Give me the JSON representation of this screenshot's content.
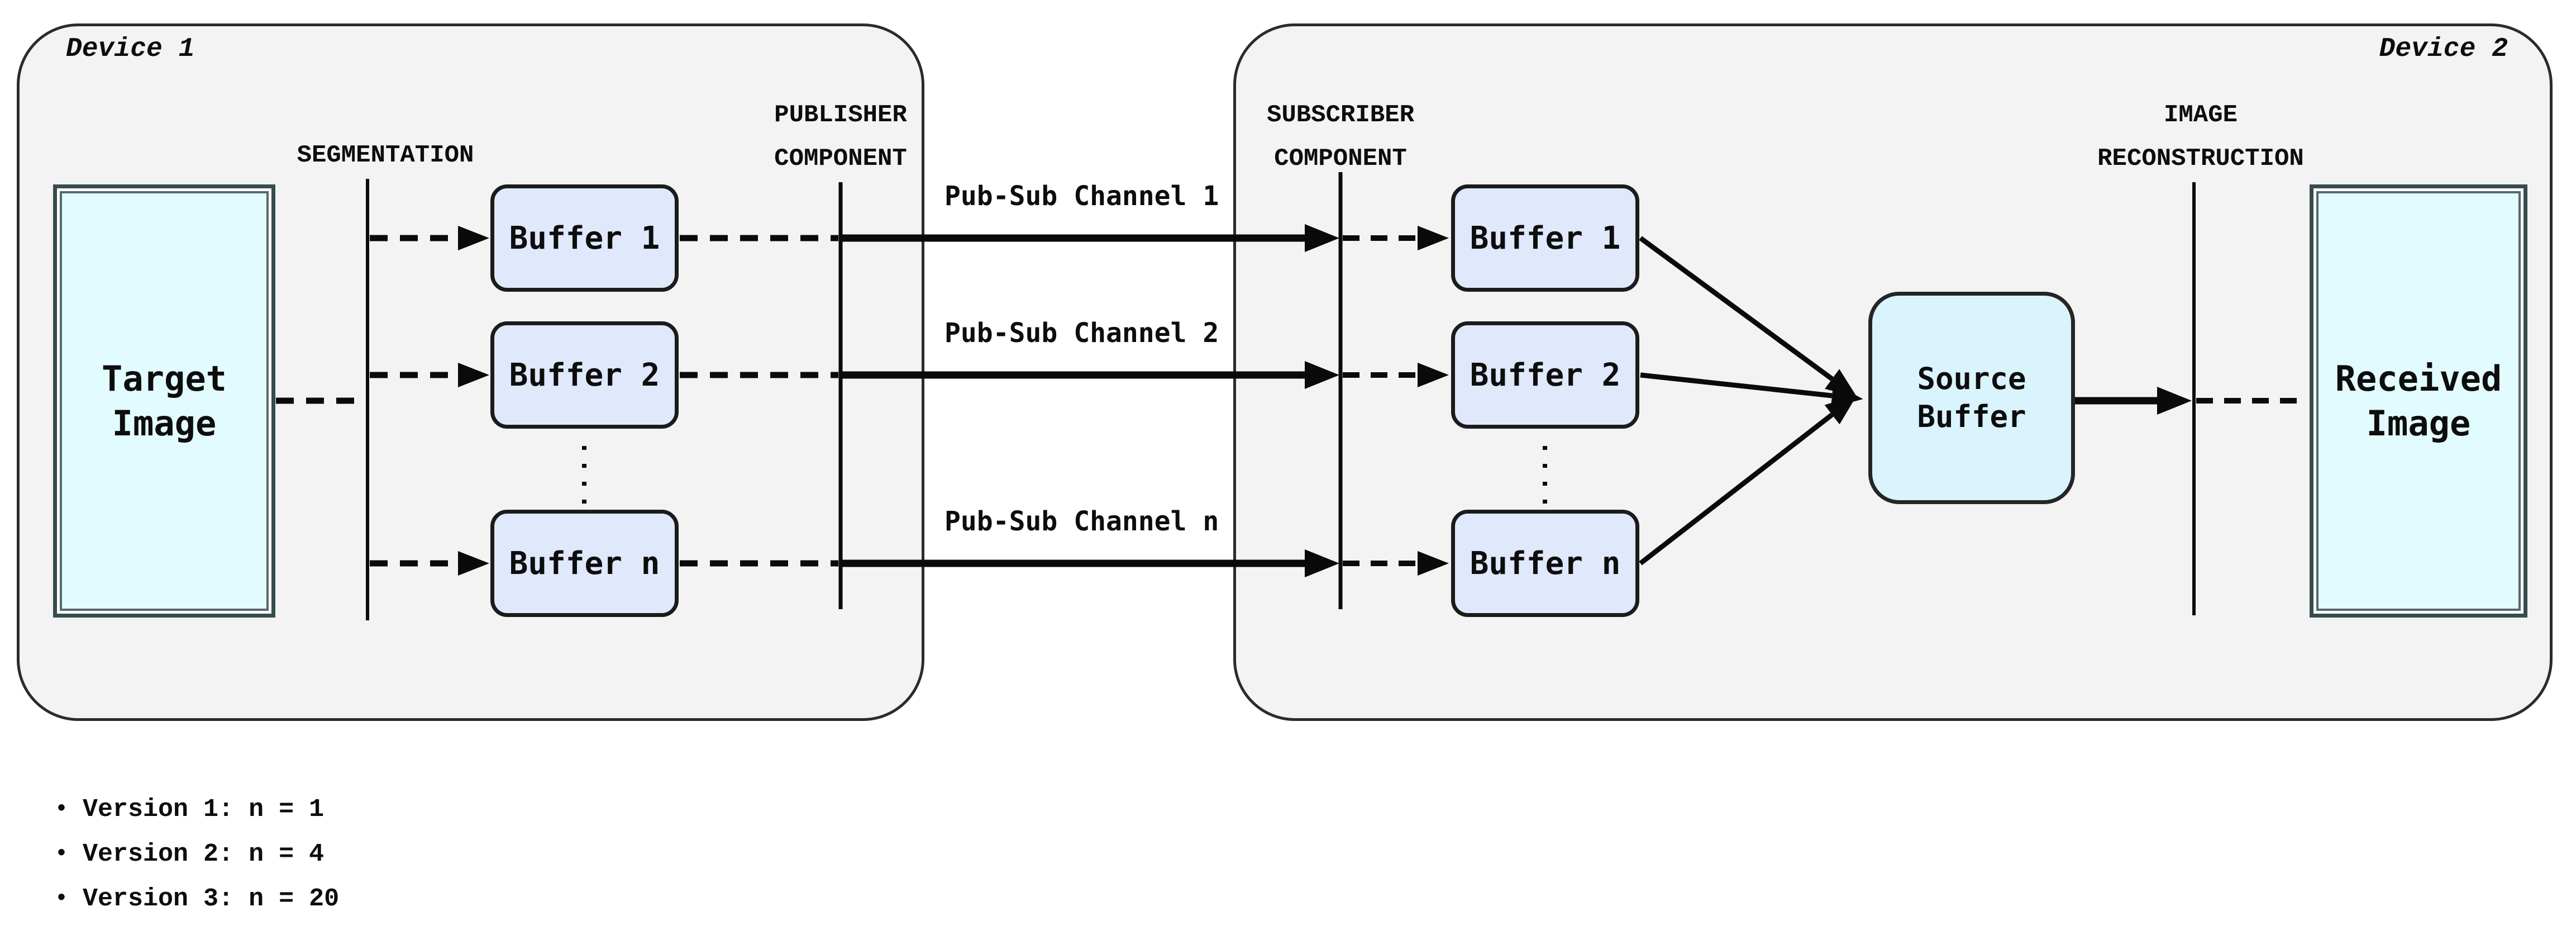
{
  "device1": {
    "title": "Device 1",
    "segmentation_label": "SEGMENTATION",
    "publisher": {
      "line1": "PUBLISHER",
      "line2": "COMPONENT"
    },
    "target_image": {
      "line1": "Target",
      "line2": "Image"
    },
    "buffers": [
      "Buffer 1",
      "Buffer 2",
      "Buffer n"
    ]
  },
  "channels": [
    "Pub-Sub Channel 1",
    "Pub-Sub Channel 2",
    "Pub-Sub Channel n"
  ],
  "device2": {
    "title": "Device 2",
    "subscriber": {
      "line1": "SUBSCRIBER",
      "line2": "COMPONENT"
    },
    "buffers": [
      "Buffer 1",
      "Buffer 2",
      "Buffer n"
    ],
    "source_buffer": {
      "line1": "Source",
      "line2": "Buffer"
    },
    "reconstruction": {
      "line1": "IMAGE",
      "line2": "RECONSTRUCTION"
    },
    "received_image": {
      "line1": "Received",
      "line2": "Image"
    }
  },
  "notes": {
    "bullet": "•",
    "items": [
      "Version 1: n = 1",
      "Version 2: n = 4",
      "Version 3: n = 20"
    ]
  },
  "colors": {
    "device_fill": "#f3f3f3",
    "device_border": "#2b2b2b",
    "buffer_fill": "#dfe9fb",
    "image_box_fill": "#e2fbfe",
    "source_fill": "#d9f4fc",
    "line_color": "#0a0a0a"
  }
}
